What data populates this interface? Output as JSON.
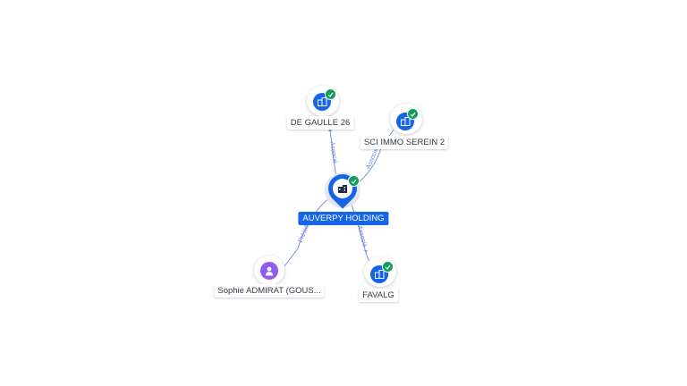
{
  "main_entity": {
    "name": "AUVERPY HOLDING",
    "icon": "building-icon",
    "verified": true
  },
  "nodes": [
    {
      "id": "degaulle",
      "name": "DE GAULLE 26",
      "type": "company",
      "icon": "building-icon",
      "verified": true
    },
    {
      "id": "serein",
      "name": "SCI IMMO SEREIN 2",
      "type": "company",
      "icon": "building-icon",
      "verified": true
    },
    {
      "id": "favalg",
      "name": "FAVALG",
      "type": "company",
      "icon": "building-icon",
      "verified": true
    },
    {
      "id": "sophie",
      "name": "Sophie ADMIRAT (GOUS...",
      "type": "person",
      "icon": "person-icon",
      "verified": false
    }
  ],
  "edges": [
    {
      "to": "degaulle",
      "label": "Associé"
    },
    {
      "to": "serein",
      "label": "Associé"
    },
    {
      "to": "favalg",
      "label": "Associé"
    },
    {
      "to": "sophie",
      "label": "Président"
    }
  ],
  "colors": {
    "company": "#1565e8",
    "person": "#8b5cf6",
    "verified": "#0f9d58",
    "edge": "#7c8fe0",
    "edge_label": "#6b7fd6"
  }
}
